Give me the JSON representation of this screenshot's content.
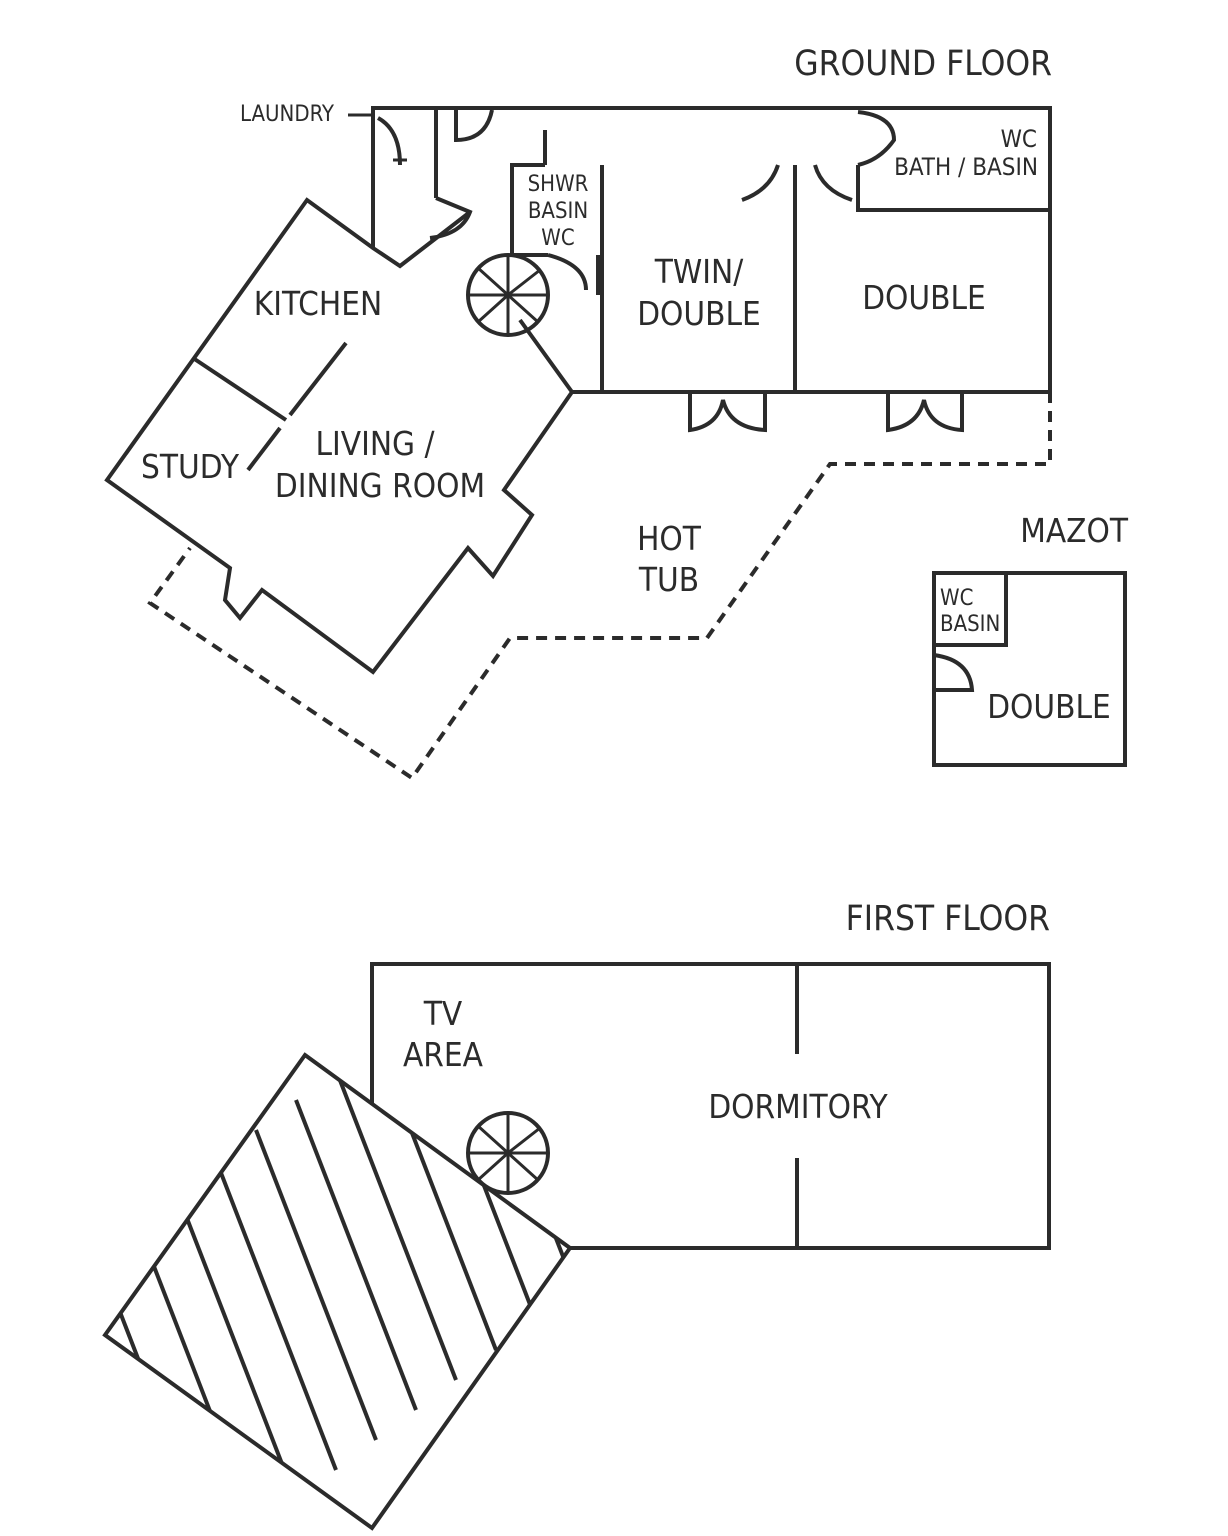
{
  "floors": {
    "ground": {
      "title": "GROUND FLOOR"
    },
    "first": {
      "title": "FIRST FLOOR"
    },
    "mazot": {
      "title": "MAZOT"
    }
  },
  "rooms": {
    "laundry": "LAUNDRY",
    "kitchen": "KITCHEN",
    "study": "STUDY",
    "living_line1": "LIVING /",
    "living_line2": "DINING ROOM",
    "shower_line1": "SHWR",
    "shower_line2": "BASIN",
    "shower_line3": "WC",
    "twin_line1": "TWIN/",
    "twin_line2": "DOUBLE",
    "double": "DOUBLE",
    "bath_line1": "WC",
    "bath_line2": "BATH / BASIN",
    "hottub_line1": "HOT",
    "hottub_line2": "TUB",
    "mazot_wc_line1": "WC",
    "mazot_wc_line2": "BASIN",
    "mazot_double": "DOUBLE",
    "tv_line1": "TV",
    "tv_line2": "AREA",
    "dormitory": "DORMITORY"
  }
}
